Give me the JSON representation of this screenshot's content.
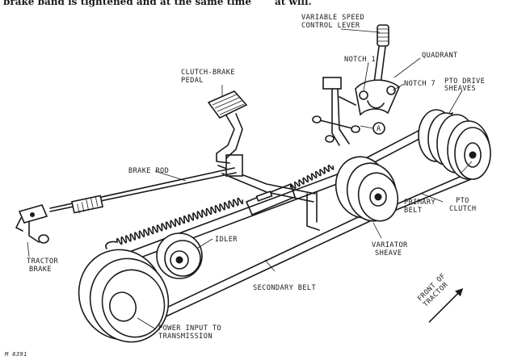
{
  "header_fragment": {
    "left": "brake band is tightened and at the same time",
    "right": "at will."
  },
  "labels": {
    "variable_speed_lever": [
      "VARIABLE SPEED",
      "CONTROL LEVER"
    ],
    "quadrant": "QUADRANT",
    "notch_1": "NOTCH 1",
    "notch_7": "NOTCH 7",
    "pto_drive_sheaves": [
      "PTO DRIVE",
      "SHEAVES"
    ],
    "clutch_brake_pedal": [
      "CLUTCH-BRAKE",
      "PEDAL"
    ],
    "marker_a": "A",
    "brake_rod": "BRAKE ROD",
    "primary_belt": [
      "PRIMARY",
      "BELT"
    ],
    "pto_clutch": [
      "PTO",
      "CLUTCH"
    ],
    "idler": "IDLER",
    "tractor_brake": [
      "TRACTOR",
      "BRAKE"
    ],
    "variator_sheave": [
      "VARIATOR",
      "SHEAVE"
    ],
    "secondary_belt": "SECONDARY BELT",
    "front_of_tractor": [
      "FRONT OF",
      "TRACTOR"
    ],
    "power_input": [
      "POWER INPUT TO",
      "TRANSMISSION"
    ]
  },
  "figure_code": "M 6391"
}
